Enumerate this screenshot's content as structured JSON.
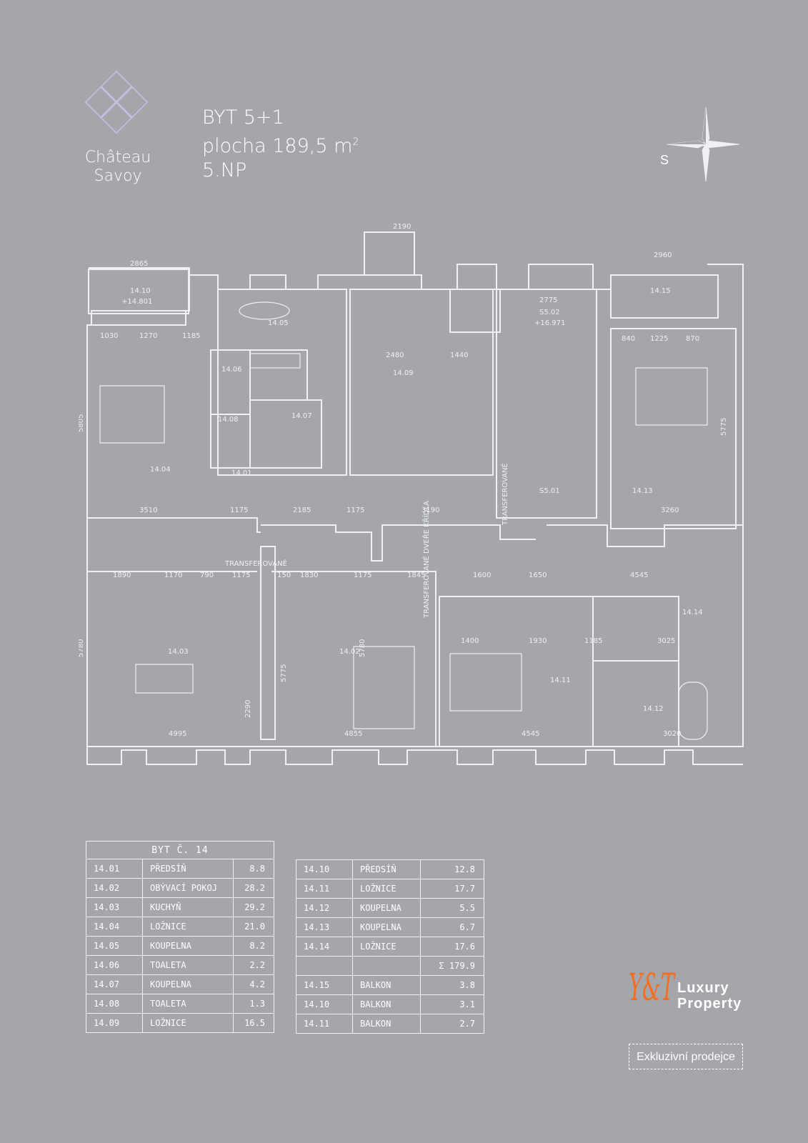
{
  "brand": {
    "name_line1": "Château",
    "name_line2": "Savoy"
  },
  "header": {
    "line1": "BYT 5+1",
    "line2": "plocha 189,5 m",
    "line2_sup": "2",
    "line3": "5.NP"
  },
  "compass": {
    "label": "S"
  },
  "plan": {
    "rooms": [
      {
        "id": "14.01"
      },
      {
        "id": "14.02"
      },
      {
        "id": "14.03"
      },
      {
        "id": "14.04"
      },
      {
        "id": "14.05"
      },
      {
        "id": "14.06"
      },
      {
        "id": "14.07"
      },
      {
        "id": "14.08"
      },
      {
        "id": "14.09"
      },
      {
        "id": "14.10"
      },
      {
        "id": "14.11"
      },
      {
        "id": "14.12"
      },
      {
        "id": "14.13"
      },
      {
        "id": "14.14"
      },
      {
        "id": "14.15"
      },
      {
        "id": "S5.01"
      },
      {
        "id": "S5.02"
      }
    ],
    "dims": [
      "2865",
      "2190",
      "2960",
      "1030",
      "1270",
      "1185",
      "2480",
      "1440",
      "2775",
      "840",
      "1225",
      "870",
      "3510",
      "1175",
      "2185",
      "1175",
      "3190",
      "3260",
      "1890",
      "1170",
      "790",
      "1175",
      "150",
      "1830",
      "1175",
      "1845",
      "1600",
      "1650",
      "4545",
      "1400",
      "1930",
      "1185",
      "3025",
      "4995",
      "4855",
      "4545",
      "3020",
      "5805",
      "5775",
      "5780",
      "5780",
      "5775",
      "2290"
    ],
    "labels": [
      "TRANSFEROVANÉ",
      "TRANSFEROVANÉ DVEŘE KŘÍDLA",
      "TRANSFEROVANÉ"
    ],
    "levels": [
      "+14.801",
      "+16.971"
    ]
  },
  "table1": {
    "caption": "BYT Č. 14",
    "rows": [
      {
        "id": "14.01",
        "name": "PŘEDSÍŇ",
        "area": "8.8"
      },
      {
        "id": "14.02",
        "name": "OBÝVACÍ POKOJ",
        "area": "28.2"
      },
      {
        "id": "14.03",
        "name": "KUCHYŇ",
        "area": "29.2"
      },
      {
        "id": "14.04",
        "name": "LOŽNICE",
        "area": "21.0"
      },
      {
        "id": "14.05",
        "name": "KOUPELNA",
        "area": "8.2"
      },
      {
        "id": "14.06",
        "name": "TOALETA",
        "area": "2.2"
      },
      {
        "id": "14.07",
        "name": "KOUPELNA",
        "area": "4.2"
      },
      {
        "id": "14.08",
        "name": "TOALETA",
        "area": "1.3"
      },
      {
        "id": "14.09",
        "name": "LOŽNICE",
        "area": "16.5"
      }
    ]
  },
  "table2": {
    "rows": [
      {
        "id": "14.10",
        "name": "PŘEDSÍŇ",
        "area": "12.8"
      },
      {
        "id": "14.11",
        "name": "LOŽNICE",
        "area": "17.7"
      },
      {
        "id": "14.12",
        "name": "KOUPELNA",
        "area": "5.5"
      },
      {
        "id": "14.13",
        "name": "KOUPELNA",
        "area": "6.7"
      },
      {
        "id": "14.14",
        "name": "LOŽNICE",
        "area": "17.6"
      },
      {
        "id": "",
        "name": "",
        "area": "Σ 179.9"
      },
      {
        "id": "14.15",
        "name": "BALKON",
        "area": "3.8"
      },
      {
        "id": "14.10",
        "name": "BALKON",
        "area": "3.1"
      },
      {
        "id": "14.11",
        "name": "BALKON",
        "area": "2.7"
      }
    ]
  },
  "agency": {
    "logo_text": "Y&T",
    "line1": "Luxury",
    "line2": "Property",
    "tagline": "Exkluzivní prodejce"
  },
  "colors": {
    "background": "#a4a6aa",
    "logo_lilac": "#c8b8e6",
    "agency_orange": "#f26f21"
  }
}
